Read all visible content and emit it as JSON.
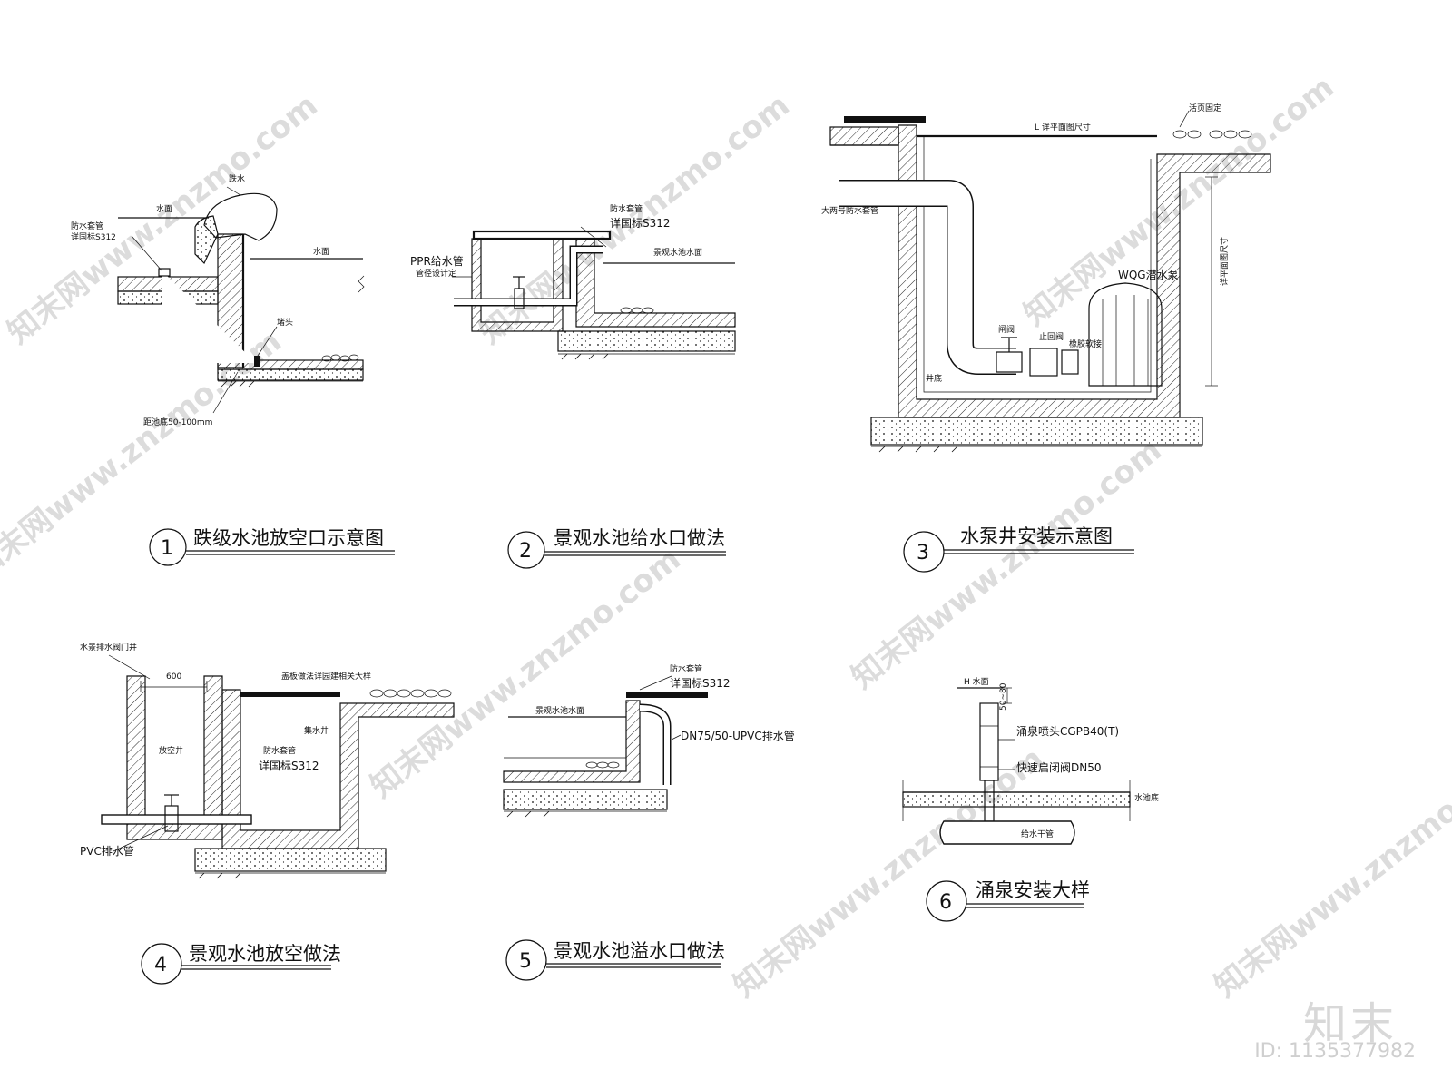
{
  "watermark": {
    "text": "知末网www.znzmo.com",
    "logo": "知末",
    "id": "ID: 1135377982"
  },
  "details": [
    {
      "number": "1",
      "title": "跌级水池放空口示意图",
      "labels": {
        "waterfall": "跌水",
        "water_surface_upper": "水面",
        "water_surface_lower": "水面",
        "sleeve": "防水套管",
        "sleeve_ref": "详国标S312",
        "plug": "堵头",
        "distance": "距池底50-100mm"
      }
    },
    {
      "number": "2",
      "title": "景观水池给水口做法",
      "labels": {
        "sleeve": "防水套管",
        "sleeve_ref": "详国标S312",
        "ppr_pipe": "PPR给水管",
        "pipe_size": "管径设计定",
        "surface": "景观水池水面"
      }
    },
    {
      "number": "3",
      "title": "水泵井安装示意图",
      "labels": {
        "dimension_l": "L 详平面图尺寸",
        "cover": "活页固定",
        "dimension_v": "详平面图尺寸",
        "sleeve": "大两号防水套管",
        "pump": "WQG潜水泵",
        "gate_valve": "闸阀",
        "check_valve": "止回阀",
        "flex_joint": "橡胶软接",
        "well_bottom": "井底"
      }
    },
    {
      "number": "4",
      "title": "景观水池放空做法",
      "labels": {
        "valve_well": "水景排水阀门井",
        "width": "600",
        "cover_note": "盖板做法详园建相关大样",
        "drain_well": "放空井",
        "sump": "集水井",
        "sleeve": "防水套管",
        "sleeve_ref": "详国标S312",
        "pvc_pipe": "PVC排水管"
      }
    },
    {
      "number": "5",
      "title": "景观水池溢水口做法",
      "labels": {
        "sleeve": "防水套管",
        "sleeve_ref": "详国标S312",
        "surface": "景观水池水面",
        "upvc": "DN75/50-UPVC排水管"
      }
    },
    {
      "number": "6",
      "title": "涌泉安装大样",
      "labels": {
        "h": "H 水面",
        "dim": "50~80",
        "nozzle": "涌泉喷头CGPB40(T)",
        "valve": "快速启闭阀DN50",
        "pool_bottom": "水池底",
        "main_pipe": "给水干管"
      }
    }
  ]
}
